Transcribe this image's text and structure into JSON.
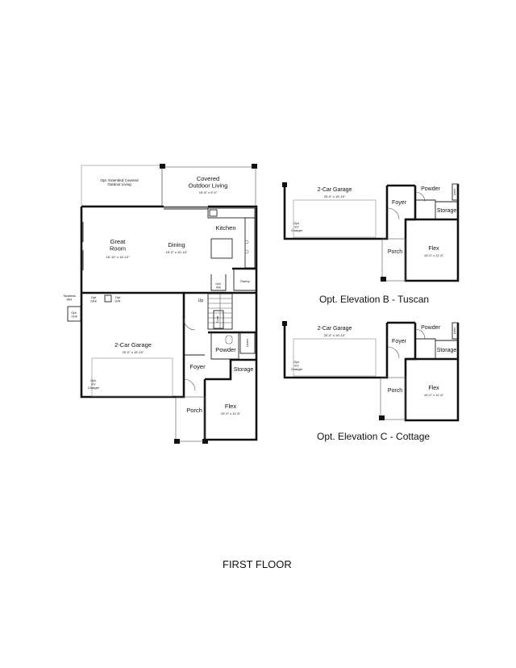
{
  "main_plan": {
    "covered_outdoor_living": "Covered\nOutdoor Living",
    "covered_outdoor_living_dim": "15'-6\" x 9'-0\"",
    "opt_extended_covered": "Opt. Extended Covered\nOutdoor Living",
    "great_room": "Great\nRoom",
    "great_room_dim": "16'-10\" x 16'-10\"",
    "dining": "Dining",
    "dining_dim": "15'-0\" x 10'-10\"",
    "kitchen": "Kitchen",
    "pantry": "Pantry",
    "opt_wh": "Opt.\nWh",
    "tankless_wh": "Tankless\nWH",
    "opt_grill": "Opt.\nGrill",
    "opt_sink": "Opt\nSink",
    "opt_drs": "Opt\nD/R",
    "up": "Up",
    "coat": "Coat",
    "linen": "Linen",
    "powder": "Powder",
    "storage": "Storage",
    "foyer": "Foyer",
    "porch": "Porch",
    "garage": "2-Car Garage",
    "garage_dim": "20'-0\" x 19'-10\"",
    "ev_charger": "Opt.\nEV\nCharger",
    "flex": "Flex",
    "flex_dim": "10'-0\" x 11'-6\""
  },
  "elev_b": {
    "caption": "Opt. Elevation B - Tuscan",
    "garage": "2-Car Garage",
    "garage_dim": "20'-0\" x 19'-10\"",
    "ev_charger": "Opt.\nEV\nCharger",
    "foyer": "Foyer",
    "powder": "Powder",
    "linen": "Linen",
    "storage": "Storage",
    "porch": "Porch",
    "flex": "Flex",
    "flex_dim": "10'-0\" x 11'-6\""
  },
  "elev_c": {
    "caption": "Opt. Elevation C - Cottage",
    "garage": "2-Car Garage",
    "garage_dim": "20'-0\" x 19'-10\"",
    "ev_charger": "Opt.\nEV\nCharger",
    "foyer": "Foyer",
    "powder": "Powder",
    "linen": "Linen",
    "storage": "Storage",
    "porch": "Porch",
    "flex": "Flex",
    "flex_dim": "10'-0\" x 11'-6\""
  },
  "floor_title": "FIRST FLOOR"
}
